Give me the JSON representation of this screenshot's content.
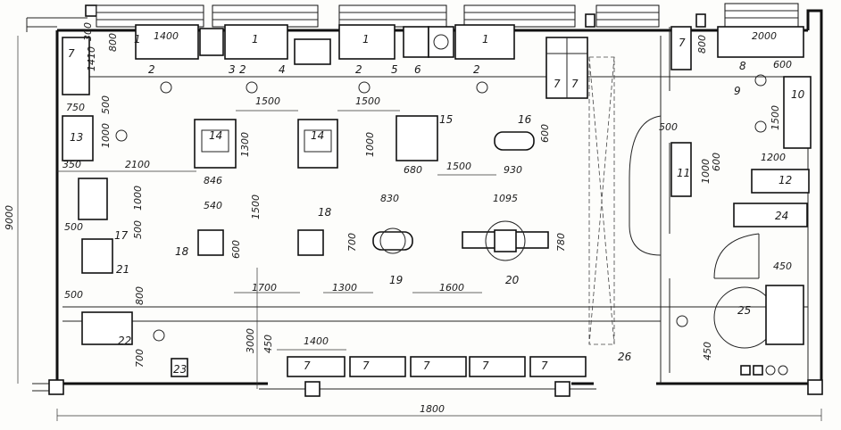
{
  "dimensions": {
    "d1400_top": "1400",
    "d300": "300",
    "d800_left": "800",
    "d1410": "1410",
    "d800_right": "800",
    "d2000": "2000",
    "d600_a": "600",
    "d1500_a": "1500",
    "d1500_b": "1500",
    "d1500_c": "1500",
    "d1300": "1300",
    "d1000_a": "1000",
    "d600_b": "600",
    "d680": "680",
    "d930": "930",
    "d846": "846",
    "d2100": "2100",
    "d350": "350",
    "d750": "750",
    "d500_a": "500",
    "d1000_b": "1000",
    "d540": "540",
    "d1500_d": "1500",
    "d830": "830",
    "d1095": "1095",
    "d1000_c": "1000",
    "d500_b": "500",
    "d500_c": "500",
    "d600_c": "600",
    "d700_a": "700",
    "d780": "780",
    "d500_d": "500",
    "d800_b": "800",
    "d1700": "1700",
    "d1300_b": "1300",
    "d1600": "1600",
    "d500_e": "500",
    "d1000_d": "1000",
    "d600_d": "600",
    "d1200": "1200",
    "d1500_e": "1500",
    "d450_a": "450",
    "d3000": "3000",
    "d450_b": "450",
    "d1400_b": "1400",
    "d700_b": "700",
    "d450_c": "450",
    "d9000": "9000",
    "d1800": "1800"
  },
  "labels": {
    "n1a": "1",
    "n1b": "1",
    "n1c": "1",
    "n1d": "1",
    "n2a": "2",
    "n2b": "2",
    "n2c": "2",
    "n2d": "2",
    "n3": "3",
    "n4": "4",
    "n5": "5",
    "n6": "6",
    "n7a": "7",
    "n7b": "7",
    "n7c": "7",
    "n7d": "7",
    "n7e": "7",
    "n7f": "7",
    "n7g": "7",
    "n7h": "7",
    "n7i": "7",
    "n8": "8",
    "n9": "9",
    "n10": "10",
    "n11": "11",
    "n12": "12",
    "n13": "13",
    "n14a": "14",
    "n14b": "14",
    "n15": "15",
    "n16": "16",
    "n17": "17",
    "n18a": "18",
    "n18b": "18",
    "n19": "19",
    "n20": "20",
    "n21": "21",
    "n22": "22",
    "n23": "23",
    "n24": "24",
    "n25": "25",
    "n26": "26"
  }
}
